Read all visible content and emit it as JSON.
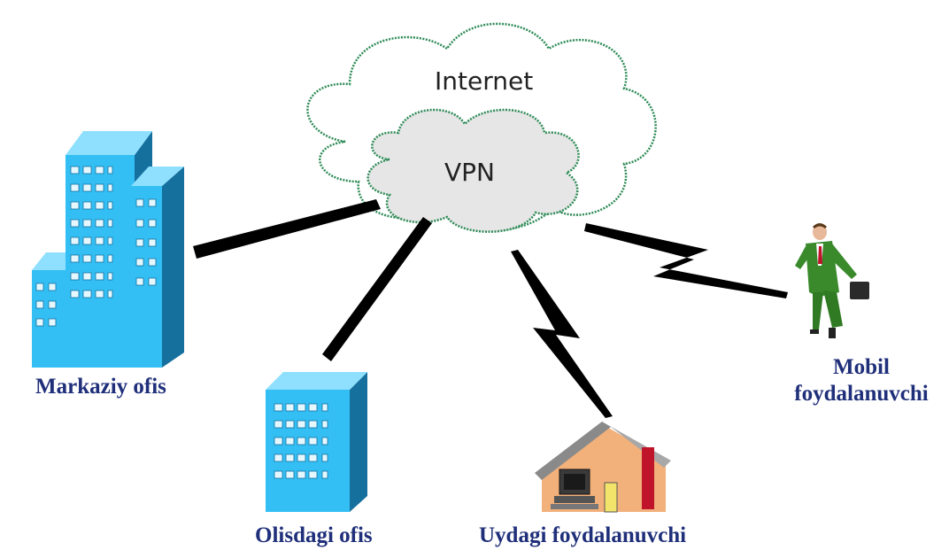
{
  "cloud": {
    "internet_label": "Internet",
    "vpn_label": "VPN"
  },
  "nodes": {
    "central_office": "Markaziy ofis",
    "remote_office": "Olisdagi ofis",
    "home_user": "Uydagi foydalanuvchi",
    "mobile_user_line1": "Mobil",
    "mobile_user_line2": "foydalanuvchi"
  },
  "colors": {
    "label_text": "#1f2f7a",
    "building_face": "#33bff4",
    "building_side": "#16709e",
    "building_top": "#8fe0ff",
    "window": "#e6f8ff",
    "cloud_fill_outer": "#ffffff",
    "cloud_fill_inner": "#e6e6e6",
    "cloud_stroke": "#2e8b57",
    "link": "#000000"
  },
  "icons": [
    "office-tower-icon",
    "office-building-icon",
    "house-icon",
    "businessman-icon"
  ]
}
